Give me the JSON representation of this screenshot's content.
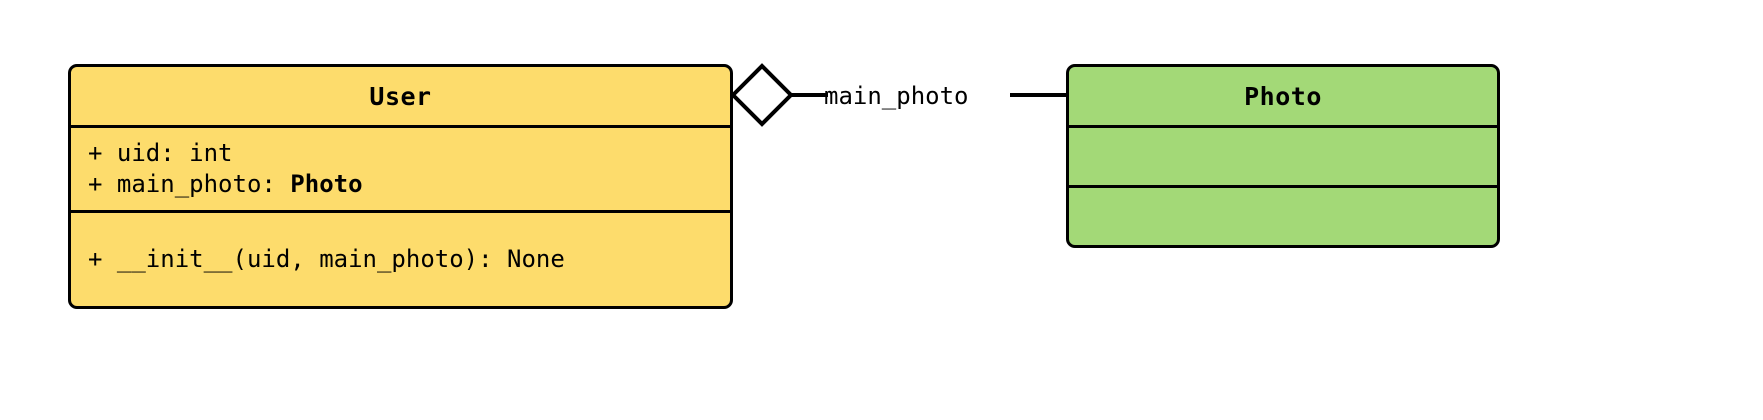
{
  "diagram": {
    "type": "uml-class-diagram",
    "background_color": "#ffffff",
    "classes": [
      {
        "name": "User",
        "fill_color": "#fddc6c",
        "border_color": "#000000",
        "attributes": [
          {
            "visibility": "+",
            "text": "+ uid: int",
            "name": "uid",
            "type": "int",
            "type_is_bold": false
          },
          {
            "visibility": "+",
            "text": "+ main_photo: ",
            "name": "main_photo",
            "type": "Photo",
            "type_is_bold": true
          }
        ],
        "methods": [
          {
            "visibility": "+",
            "text": "+ __init__(uid, main_photo): None",
            "name": "__init__",
            "params": "uid, main_photo",
            "returns": "None"
          }
        ]
      },
      {
        "name": "Photo",
        "fill_color": "#a3d977",
        "border_color": "#000000",
        "attributes": [],
        "methods": []
      }
    ],
    "relationships": [
      {
        "kind": "aggregation",
        "label": "main_photo",
        "source": "User",
        "target": "Photo",
        "diamond_fill": "#ffffff",
        "diamond_stroke": "#000000",
        "line_color": "#000000"
      }
    ]
  }
}
